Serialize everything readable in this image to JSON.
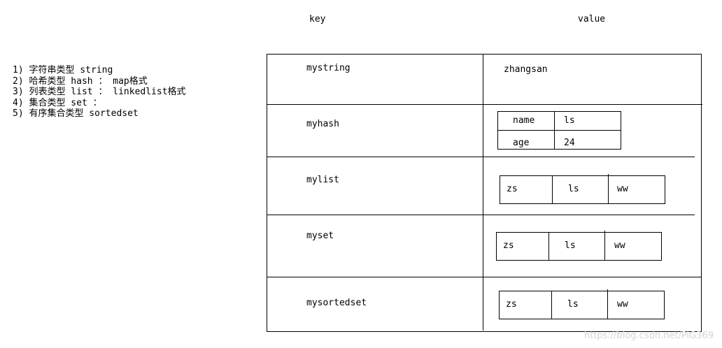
{
  "headers": {
    "key": "key",
    "value": "value"
  },
  "types": [
    "1) 字符串类型 string",
    "2) 哈希类型 hash ： map格式",
    "3) 列表类型 list ： linkedlist格式",
    "4) 集合类型 set  ：",
    "5) 有序集合类型 sortedset"
  ],
  "rows": {
    "string": {
      "key": "mystring",
      "value": "zhangsan"
    },
    "hash": {
      "key": "myhash",
      "fields": [
        {
          "field": "name",
          "value": "ls"
        },
        {
          "field": "age",
          "value": "24"
        }
      ]
    },
    "list": {
      "key": "mylist",
      "items": [
        "zs",
        "ls",
        "ww"
      ]
    },
    "set": {
      "key": "myset",
      "items": [
        "zs",
        "ls",
        "ww"
      ]
    },
    "sortedset": {
      "key": "mysortedset",
      "items": [
        "zs",
        "ls",
        "ww"
      ]
    }
  },
  "watermark": "https://blog.csdn.net/PiG369"
}
